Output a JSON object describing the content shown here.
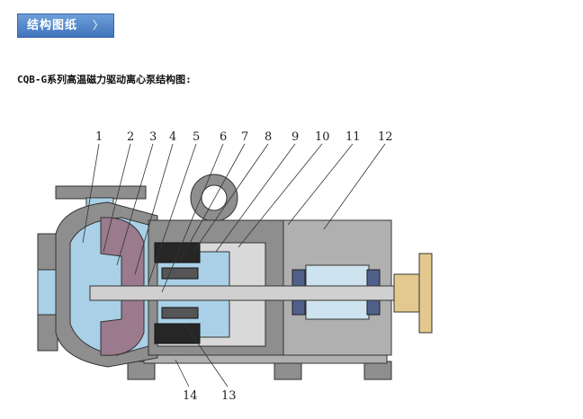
{
  "section_tab": {
    "label": "结构图纸",
    "chevron": "〉"
  },
  "caption": "CQB-G系列高温磁力驱动离心泵结构图:",
  "callouts": [
    "1",
    "2",
    "3",
    "4",
    "5",
    "6",
    "7",
    "8",
    "9",
    "10",
    "11",
    "12",
    "13",
    "14"
  ],
  "colors": {
    "casing": "#8e8e8e",
    "casing_light": "#b0b0b0",
    "liquid": "#a9d0e6",
    "impeller": "#9a7a8c",
    "magnet": "#262626",
    "coupling": "#e3c98e",
    "bearing": "#4f5f8a"
  }
}
